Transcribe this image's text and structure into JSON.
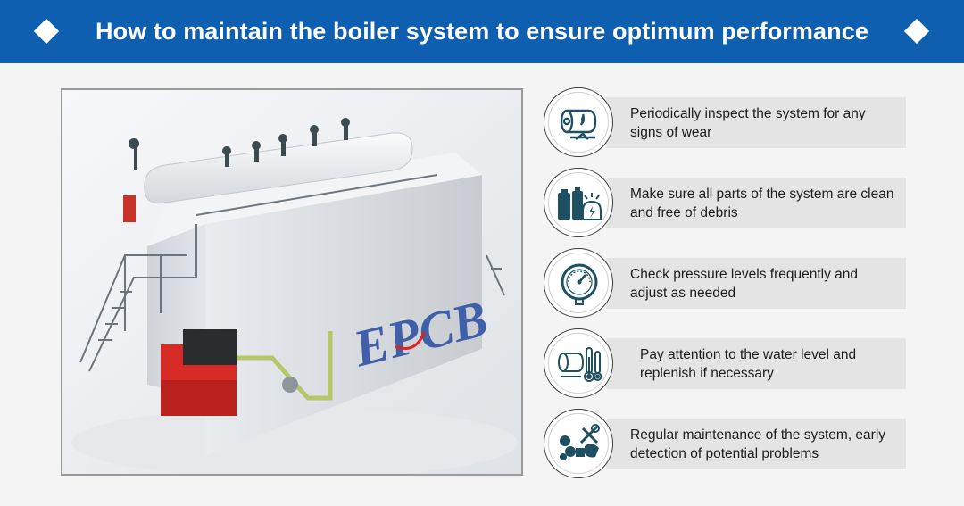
{
  "header": {
    "title": "How to maintain the boiler system to ensure optimum performance"
  },
  "photo": {
    "brand": "EPCB"
  },
  "tips": [
    {
      "icon": "boiler-inspect-icon",
      "text": "Periodically inspect the system for any signs of wear"
    },
    {
      "icon": "clean-debris-icon",
      "text": "Make sure all parts of the system are clean and free of debris"
    },
    {
      "icon": "pressure-gauge-icon",
      "text": "Check pressure levels frequently and adjust as needed"
    },
    {
      "icon": "water-level-thermometer-icon",
      "text": "Pay attention to the water level and replenish if necessary"
    },
    {
      "icon": "maintenance-tools-icon",
      "text": "Regular maintenance of the system, early detection of potential problems"
    }
  ],
  "colors": {
    "header": "#0e5fb0",
    "icon": "#1f4f63",
    "bar": "#e4e4e4",
    "burner": "#d62a24"
  }
}
